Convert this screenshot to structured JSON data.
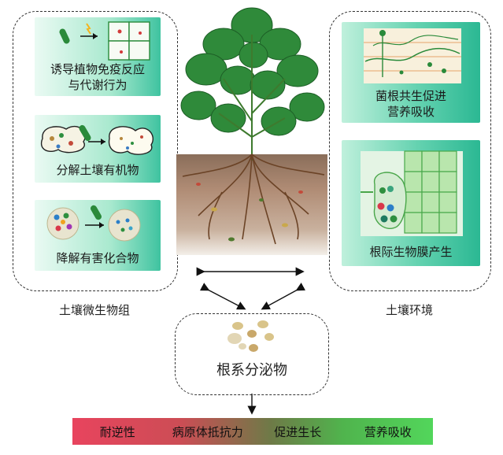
{
  "left_group": {
    "title": "土壤微生物组",
    "cards": [
      {
        "line1": "诱导植物免疫反应",
        "line2": "与代谢行为"
      },
      {
        "line1": "分解土壤有机物"
      },
      {
        "line1": "降解有害化合物"
      }
    ]
  },
  "right_group": {
    "title": "土壤环境",
    "cards": [
      {
        "line1": "菌根共生促进",
        "line2": "营养吸收"
      },
      {
        "line1": "根际生物膜产生"
      }
    ]
  },
  "center_box": {
    "label": "根系分泌物"
  },
  "outcome_bar": {
    "items": [
      "耐逆性",
      "病原体抵抗力",
      "促进生长",
      "营养吸收"
    ]
  },
  "colors": {
    "accent_teal": "#3fc3a0",
    "bar_red": "#e8445e",
    "bar_green": "#52d65b",
    "leaf_green": "#2f8a3a"
  }
}
